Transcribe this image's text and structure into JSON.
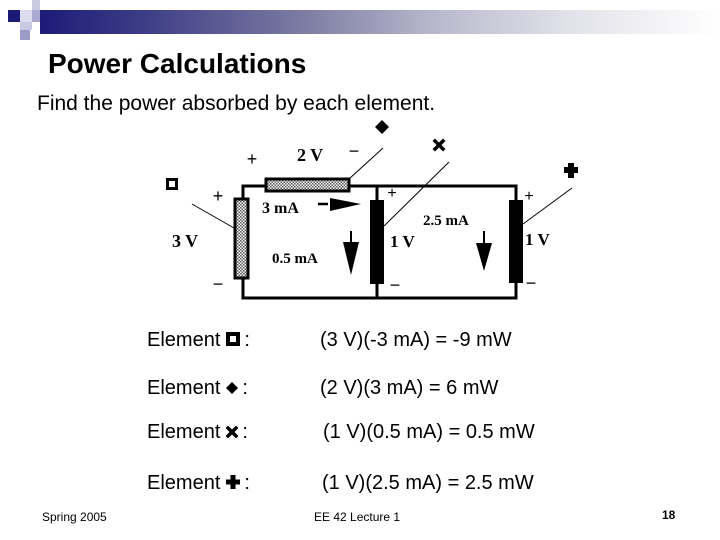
{
  "slide": {
    "title": "Power Calculations",
    "subtitle": "Find the power absorbed by each element.",
    "colors": {
      "accent_dark": "#1c1c78",
      "accent_mid": "#8e8ebf",
      "accent_light": "#c9c9e2"
    }
  },
  "circuit": {
    "elements": [
      {
        "id": "square",
        "icon": "square-outline-marker",
        "voltage": "3 V",
        "plus": "+",
        "minus": "−"
      },
      {
        "id": "diamond",
        "icon": "diamond-marker",
        "voltage": "2 V",
        "plus": "+",
        "minus": "−"
      },
      {
        "id": "cross",
        "icon": "x-cross-marker",
        "voltage": "1 V",
        "plus": "+",
        "minus": "−"
      },
      {
        "id": "plus",
        "icon": "plus-cross-marker",
        "voltage": "1 V",
        "plus": "+",
        "minus": "−"
      }
    ],
    "currents": [
      {
        "label": "3 mA",
        "direction": "right"
      },
      {
        "label": "0.5 mA",
        "direction": "down"
      },
      {
        "label": "2.5 mA",
        "direction": "down"
      }
    ]
  },
  "equations": [
    {
      "label": "Element",
      "icon": "square-outline-marker",
      "colon": ":",
      "expression": "(3 V)(-3 mA) = -9 mW"
    },
    {
      "label": "Element",
      "icon": "diamond-marker",
      "colon": ":",
      "expression": "(2 V)(3 mA) = 6 mW"
    },
    {
      "label": "Element",
      "icon": "x-cross-marker",
      "colon": ":",
      "expression": "(1 V)(0.5 mA) = 0.5 mW"
    },
    {
      "label": "Element",
      "icon": "plus-cross-marker",
      "colon": ":",
      "expression": "(1 V)(2.5 mA) = 2.5 mW"
    }
  ],
  "footer": {
    "left": "Spring 2005",
    "center": "EE 42 Lecture 1",
    "page_number": "18"
  }
}
